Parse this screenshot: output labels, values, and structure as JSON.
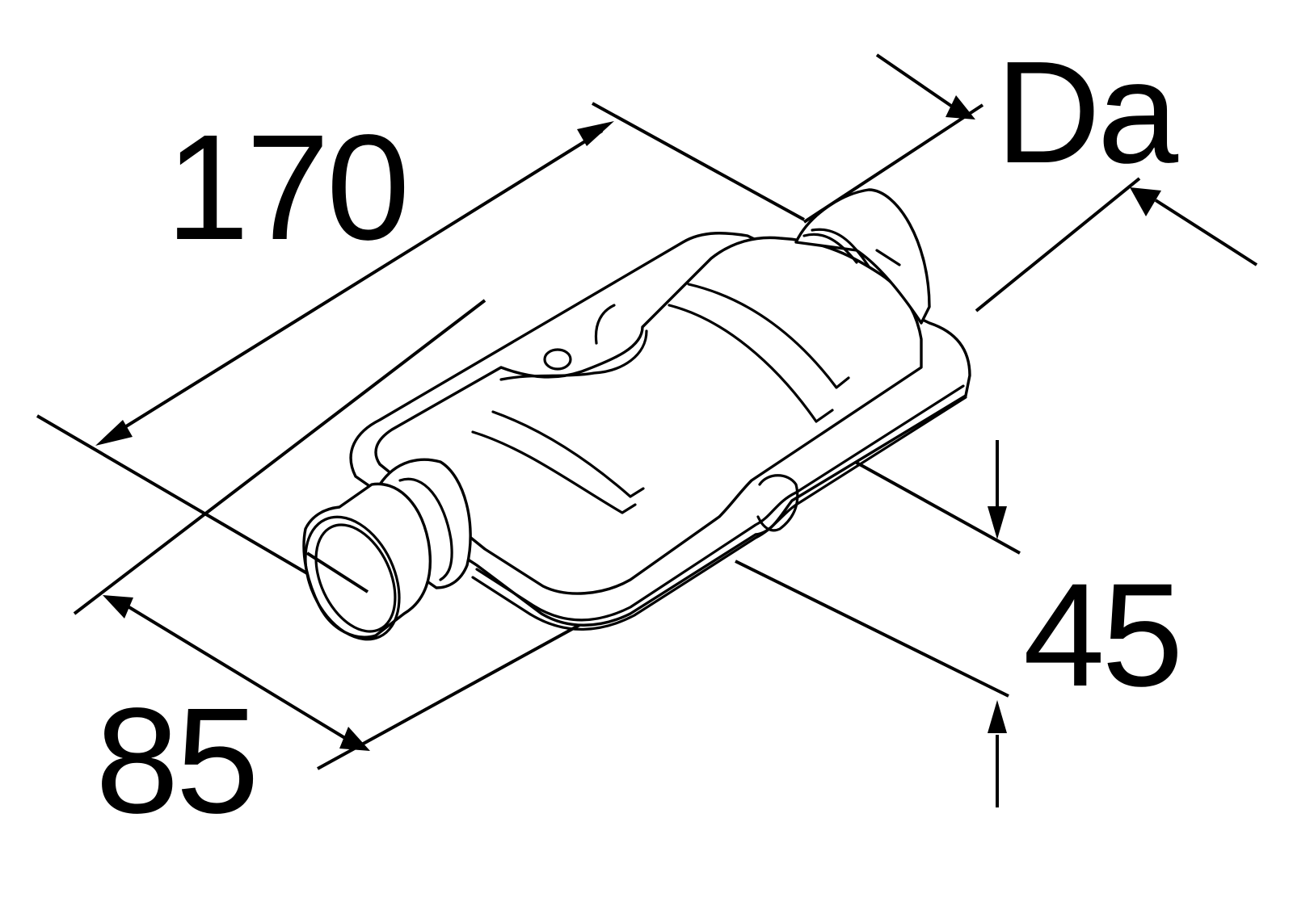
{
  "diagram": {
    "type": "technical-dimension-drawing",
    "subject": "silencer / muffler (isometric view)",
    "dimensions": {
      "length": {
        "value": "170",
        "direction": "diagonal along body"
      },
      "outer_diameter": {
        "value": "Da",
        "target": "outlet pipe"
      },
      "height": {
        "value": "45",
        "direction": "vertical"
      },
      "width": {
        "value": "85",
        "direction": "diagonal across body"
      }
    }
  }
}
